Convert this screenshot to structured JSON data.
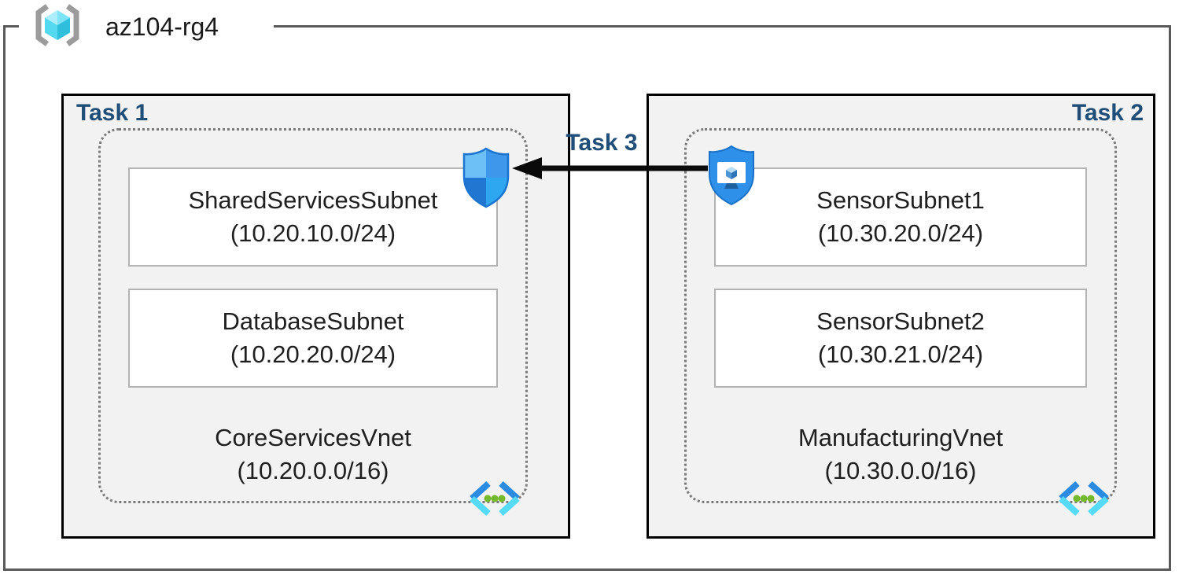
{
  "resource_group": {
    "name": "az104-rg4"
  },
  "labels": {
    "task1": "Task 1",
    "task2": "Task 2",
    "task3": "Task 3"
  },
  "vnet1": {
    "name": "CoreServicesVnet",
    "cidr": "(10.20.0.0/16)",
    "subnet1": {
      "name": "SharedServicesSubnet",
      "cidr": "(10.20.10.0/24)"
    },
    "subnet2": {
      "name": "DatabaseSubnet",
      "cidr": "(10.20.20.0/24)"
    }
  },
  "vnet2": {
    "name": "ManufacturingVnet",
    "cidr": "(10.30.0.0/16)",
    "subnet1": {
      "name": "SensorSubnet1",
      "cidr": "(10.30.20.0/24)"
    },
    "subnet2": {
      "name": "SensorSubnet2",
      "cidr": "(10.30.21.0/24)"
    }
  },
  "connector": {
    "label": "Task 3",
    "direction": "right-to-left"
  },
  "icons": {
    "resource_group": "azure-resource-group-icon",
    "vnet": "azure-virtual-network-icon",
    "nsg": "network-security-group-shield-icon",
    "asg": "application-security-group-shield-icon"
  },
  "colors": {
    "task_label": "#1f4e79",
    "box_fill": "#f2f2f2",
    "box_border": "#000000",
    "subnet_border": "#b3b3b3",
    "dotted_border": "#7a7a7a",
    "frame_border": "#5a5a5a",
    "arrow": "#0a0a0a",
    "azure_blue": "#2b8be0",
    "azure_cyan": "#55daf8",
    "green_dot": "#74b82c"
  }
}
